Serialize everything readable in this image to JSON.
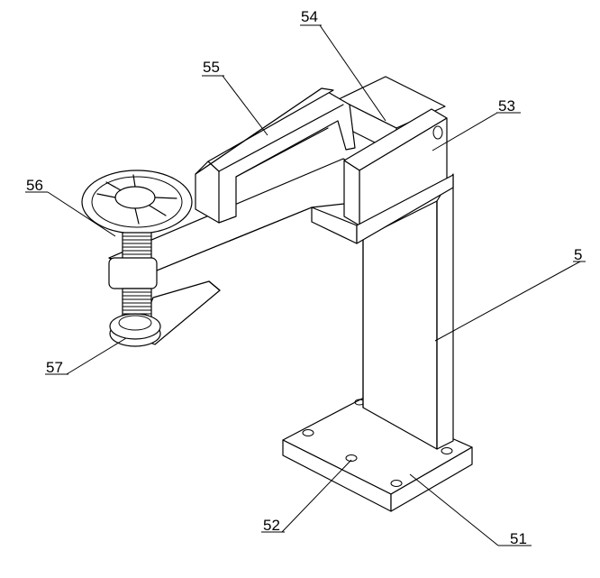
{
  "labels": {
    "main": "5",
    "base_plate": "51",
    "mounting_hole": "52",
    "slide_block": "53",
    "guide_rail": "54",
    "handle": "55",
    "handwheel": "56",
    "clamp_pad": "57"
  }
}
